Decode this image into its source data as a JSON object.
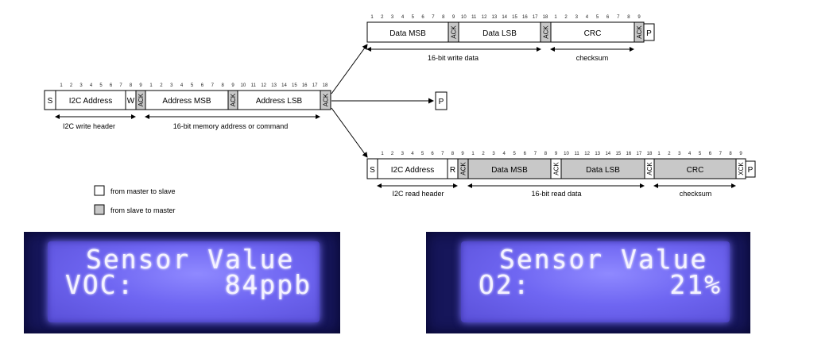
{
  "bit_numbers": {
    "nine": [
      "1",
      "2",
      "3",
      "4",
      "5",
      "6",
      "7",
      "8",
      "9"
    ],
    "eighteen": [
      "1",
      "2",
      "3",
      "4",
      "5",
      "6",
      "7",
      "8",
      "9",
      "10",
      "11",
      "12",
      "13",
      "14",
      "15",
      "16",
      "17",
      "18"
    ]
  },
  "write_frame": {
    "start": "S",
    "address": "I2C Address",
    "rw": "W",
    "ack": "ACK",
    "addr_msb": "Address MSB",
    "addr_lsb": "Address LSB",
    "header_label": "I2C write header",
    "command_label": "16-bit memory address or command"
  },
  "write_data_frame": {
    "data_msb": "Data MSB",
    "data_lsb": "Data LSB",
    "crc": "CRC",
    "ack": "ACK",
    "stop": "P",
    "data_label": "16-bit write data",
    "checksum_label": "checksum"
  },
  "stop_only": {
    "stop": "P"
  },
  "read_frame": {
    "start": "S",
    "address": "I2C Address",
    "rw": "R",
    "ack": "ACK",
    "data_msb": "Data MSB",
    "data_lsb": "Data LSB",
    "crc": "CRC",
    "nack": "XCK",
    "stop": "P",
    "header_label": "I2C read header",
    "data_label": "16-bit read data",
    "checksum_label": "checksum"
  },
  "legend": {
    "master_to_slave": "from master to slave",
    "slave_to_master": "from slave to master"
  },
  "colors": {
    "master_fill": "#ffffff",
    "slave_fill": "#c8c8c8",
    "lcd_backlight": "#7a72f5",
    "lcd_bezel": "#16165a"
  },
  "lcd_voc": {
    "line1": "Sensor Value",
    "label": "VOC:",
    "value": "84ppb"
  },
  "lcd_o2": {
    "line1": "Sensor Value",
    "label": "O2:",
    "value": "21%"
  }
}
